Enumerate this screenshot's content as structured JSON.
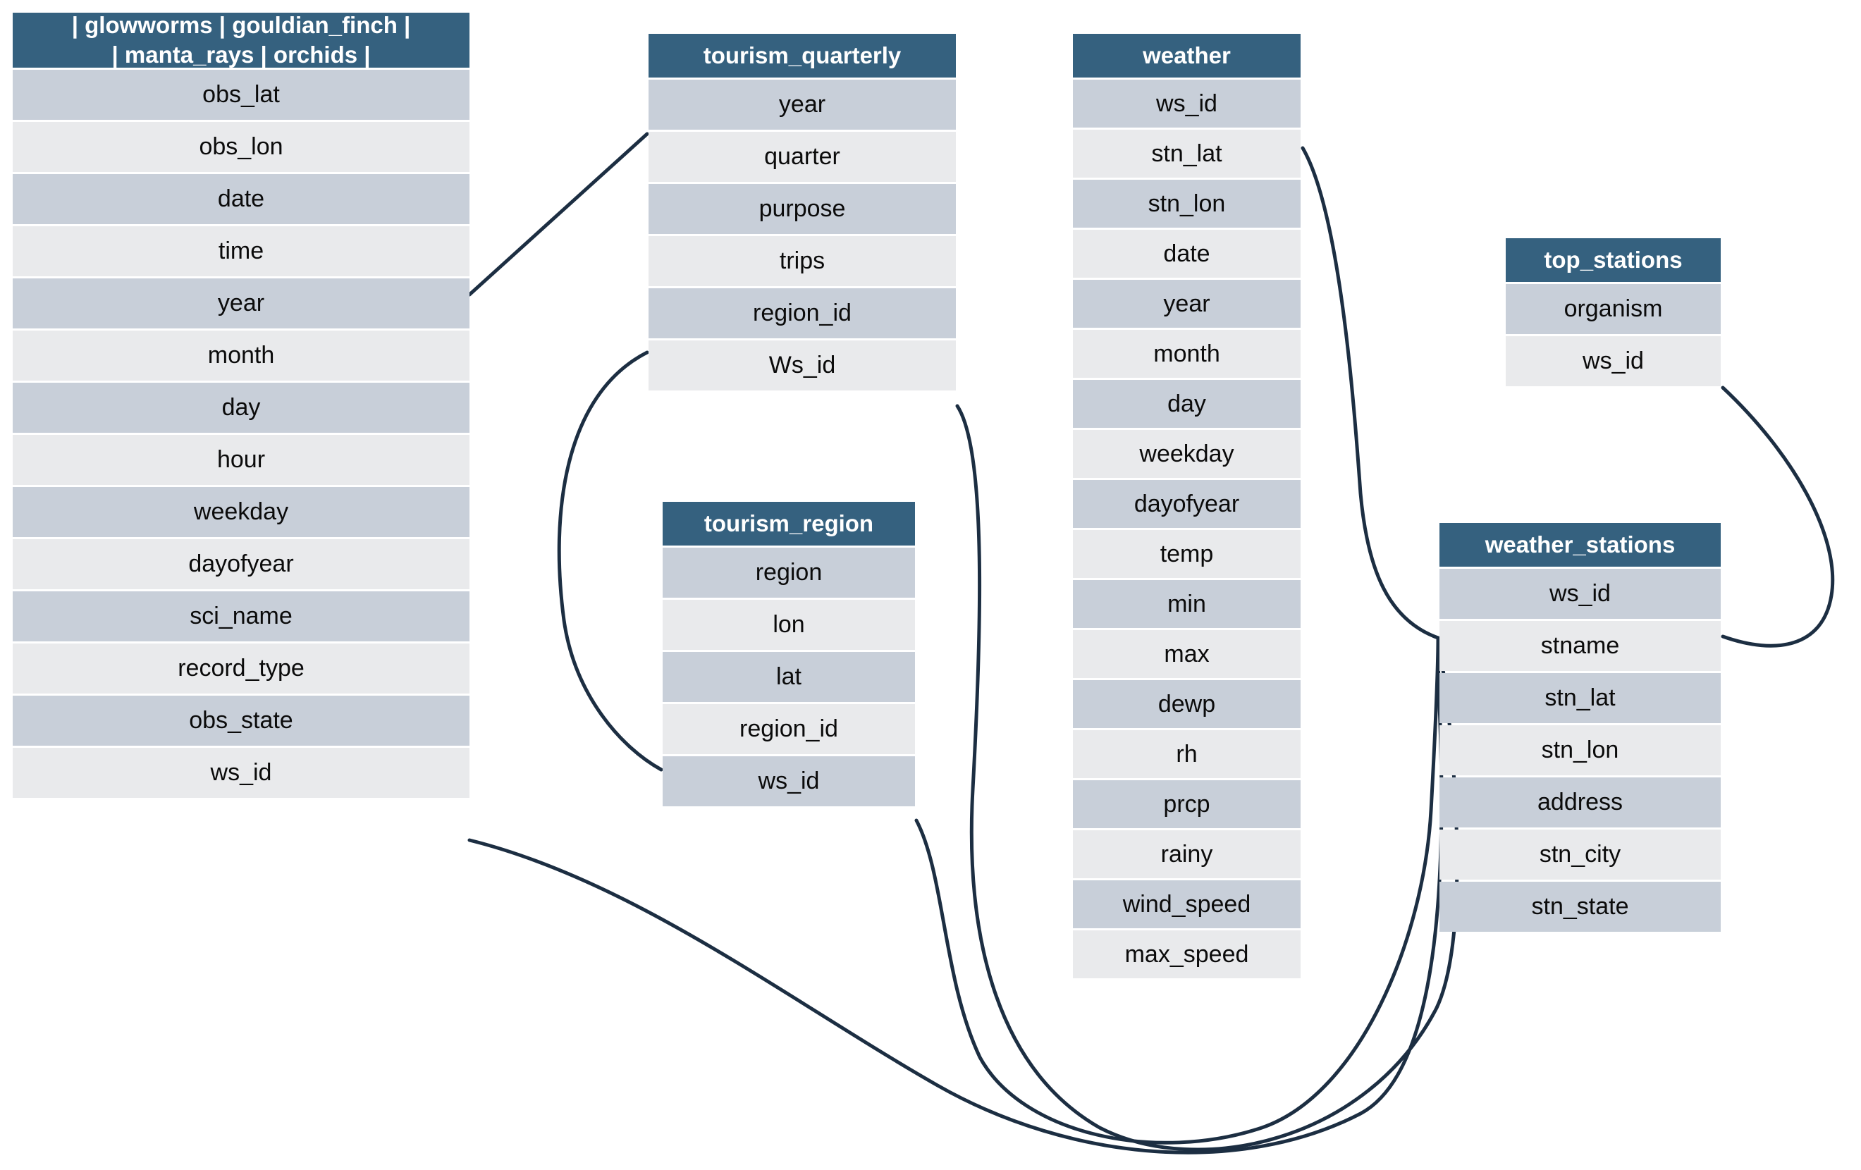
{
  "diagram": {
    "type": "database-schema-erd",
    "colors": {
      "header_bg": "#35617f",
      "header_text": "#ffffff",
      "row_odd_bg": "#c8cfd9",
      "row_even_bg": "#e9eaec",
      "row_text": "#0b0b0b",
      "edge_stroke": "#1c2e42",
      "background": "#ffffff"
    },
    "tables": [
      {
        "id": "organisms",
        "name": "| glowworms | gouldian_finch |\n| manta_rays | orchids |",
        "fields": [
          "obs_lat",
          "obs_lon",
          "date",
          "time",
          "year",
          "month",
          "day",
          "hour",
          "weekday",
          "dayofyear",
          "sci_name",
          "record_type",
          "obs_state",
          "ws_id"
        ]
      },
      {
        "id": "tourism_quarterly",
        "name": "tourism_quarterly",
        "fields": [
          "year",
          "quarter",
          "purpose",
          "trips",
          "region_id",
          "Ws_id"
        ]
      },
      {
        "id": "tourism_region",
        "name": "tourism_region",
        "fields": [
          "region",
          "lon",
          "lat",
          "region_id",
          "ws_id"
        ]
      },
      {
        "id": "weather",
        "name": "weather",
        "fields": [
          "ws_id",
          "stn_lat",
          "stn_lon",
          "date",
          "year",
          "month",
          "day",
          "weekday",
          "dayofyear",
          "temp",
          "min",
          "max",
          "dewp",
          "rh",
          "prcp",
          "rainy",
          "wind_speed",
          "max_speed"
        ]
      },
      {
        "id": "top_stations",
        "name": "top_stations",
        "fields": [
          "organism",
          "ws_id"
        ]
      },
      {
        "id": "weather_stations",
        "name": "weather_stations",
        "fields": [
          "ws_id",
          "stname",
          "stn_lat",
          "stn_lon",
          "address",
          "stn_city",
          "stn_state"
        ]
      }
    ],
    "relationships": [
      {
        "id": "rel-organisms-time-to-tq-year",
        "from": "organisms.time",
        "to": "tourism_quarterly.year"
      },
      {
        "id": "rel-tq-region-to-tr-region",
        "from": "tourism_quarterly.region_id",
        "to": "tourism_region.region_id"
      },
      {
        "id": "rel-tq-wsid-to-ws-wsid",
        "from": "tourism_quarterly.Ws_id",
        "to": "weather_stations.ws_id"
      },
      {
        "id": "rel-tr-wsid-to-ws-wsid",
        "from": "tourism_region.ws_id",
        "to": "weather_stations.ws_id"
      },
      {
        "id": "rel-organisms-wsid-to-ws-wsid",
        "from": "organisms.ws_id",
        "to": "weather_stations.ws_id"
      },
      {
        "id": "rel-weather-wsid-to-ws-wsid",
        "from": "weather.ws_id",
        "to": "weather_stations.ws_id"
      },
      {
        "id": "rel-topstations-wsid-to-ws-wsid",
        "from": "top_stations.ws_id",
        "to": "weather_stations.ws_id"
      }
    ]
  }
}
